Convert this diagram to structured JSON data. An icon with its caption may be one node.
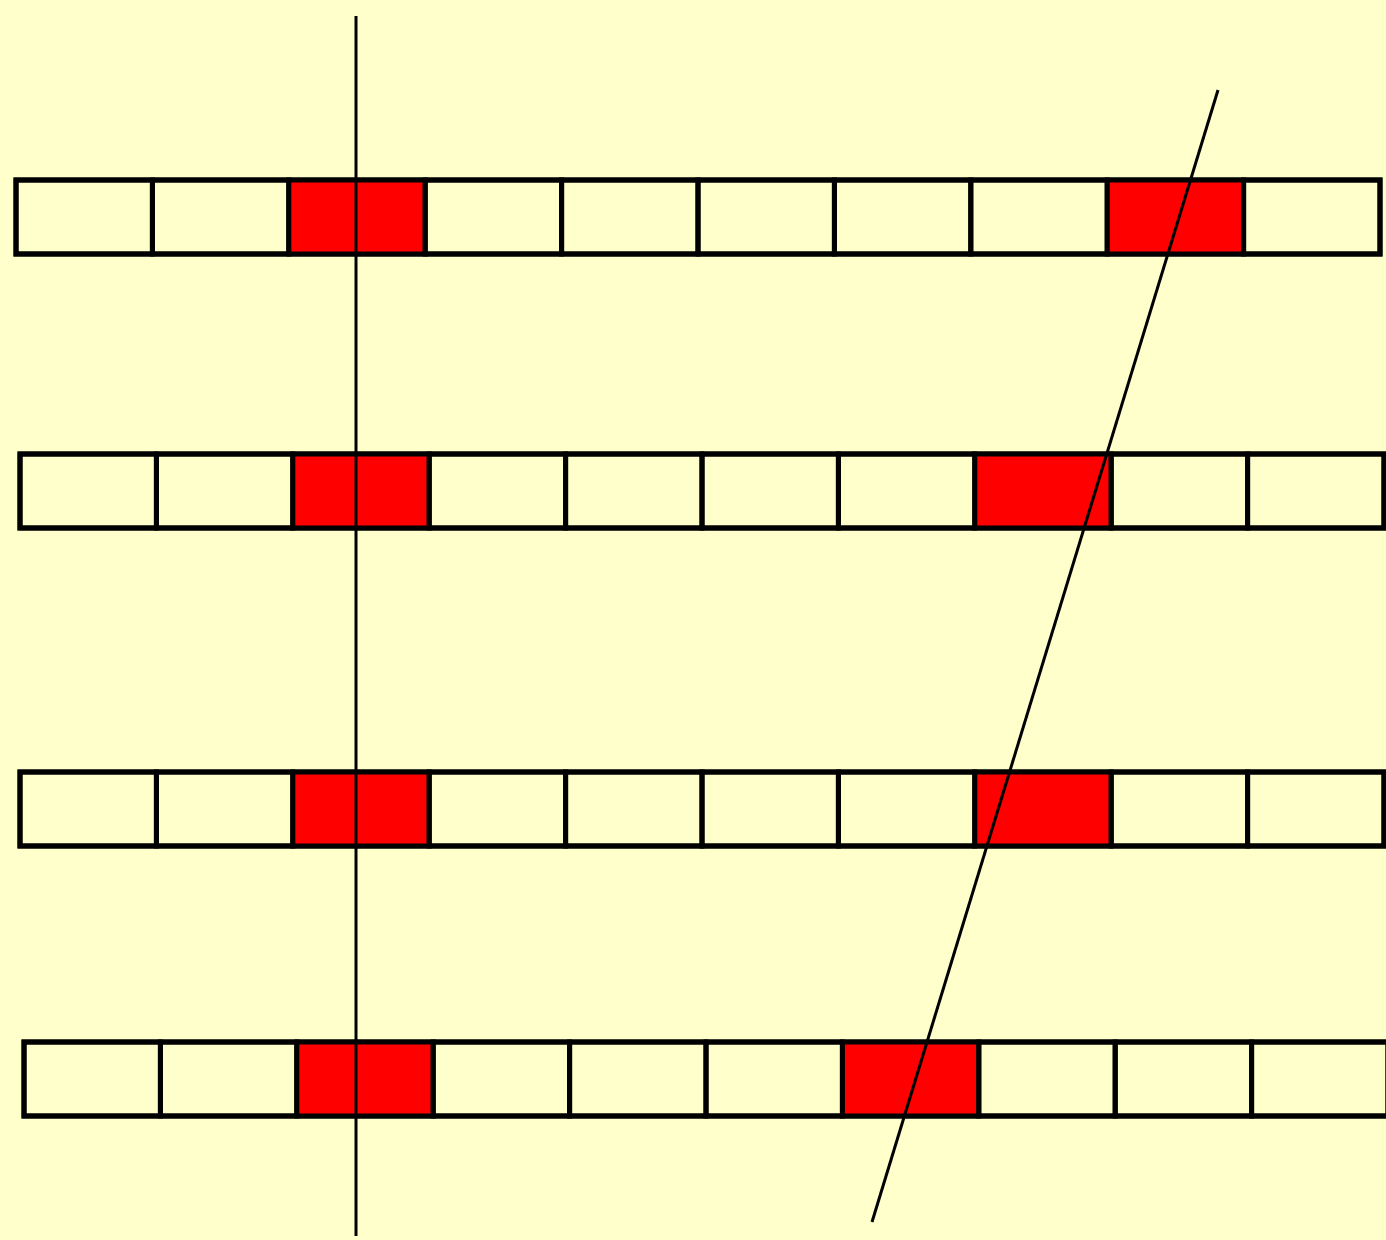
{
  "diagram": {
    "nodes": [
      {
        "text": [],
        "shape": "bar"
      },
      {
        "text": [],
        "shape": "box",
        "in": 0
      },
      {
        "text": [],
        "shape": "box",
        "in": 0
      },
      {
        "text": [],
        "shape": "box",
        "in": 0
      },
      {
        "text": [],
        "shape": "box",
        "in": 0
      },
      {
        "text": [],
        "shape": "box",
        "in": 0
      },
      {
        "text": [],
        "shape": "box",
        "in": 0
      },
      {
        "text": [],
        "shape": "box",
        "in": 0
      },
      {
        "text": [],
        "shape": "box",
        "in": 0
      },
      {
        "text": [],
        "shape": "box",
        "in": 0
      },
      {
        "text": [],
        "shape": "box",
        "in": 0
      },
      {
        "text": [],
        "shape": "bar"
      },
      {
        "text": [],
        "shape": "box",
        "in": 11
      },
      {
        "text": [],
        "shape": "box",
        "in": 11
      },
      {
        "text": [],
        "shape": "box",
        "in": 11
      },
      {
        "text": [],
        "shape": "box",
        "in": 11
      },
      {
        "text": [],
        "shape": "box",
        "in": 11
      },
      {
        "text": [],
        "shape": "box",
        "in": 11
      },
      {
        "text": [],
        "shape": "box",
        "in": 11
      },
      {
        "text": [],
        "shape": "box",
        "in": 11
      },
      {
        "text": [],
        "shape": "box",
        "in": 11
      },
      {
        "text": [],
        "shape": "box",
        "in": 11
      },
      {
        "text": [],
        "shape": "bar"
      },
      {
        "text": [],
        "shape": "box",
        "in": 22
      },
      {
        "text": [],
        "shape": "box",
        "in": 22
      },
      {
        "text": [],
        "shape": "box",
        "in": 22
      },
      {
        "text": [],
        "shape": "box",
        "in": 22
      },
      {
        "text": [],
        "shape": "box",
        "in": 22
      },
      {
        "text": [],
        "shape": "box",
        "in": 22
      },
      {
        "text": [],
        "shape": "box",
        "in": 22
      },
      {
        "text": [],
        "shape": "box",
        "in": 22
      },
      {
        "text": [],
        "shape": "box",
        "in": 22
      },
      {
        "text": [],
        "shape": "box",
        "in": 22
      },
      {
        "text": [],
        "shape": "bar"
      },
      {
        "text": [],
        "shape": "box",
        "in": 33
      },
      {
        "text": [],
        "shape": "box",
        "in": 33
      },
      {
        "text": [],
        "shape": "box",
        "in": 33
      },
      {
        "text": [],
        "shape": "box",
        "in": 33
      },
      {
        "text": [],
        "shape": "box",
        "in": 33
      },
      {
        "text": [],
        "shape": "box",
        "in": 33
      },
      {
        "text": [],
        "shape": "box",
        "in": 33
      },
      {
        "text": [],
        "shape": "box",
        "in": 33
      },
      {
        "text": [],
        "shape": "box",
        "in": 33
      },
      {
        "text": [],
        "shape": "box",
        "in": 33
      }
    ]
  }
}
